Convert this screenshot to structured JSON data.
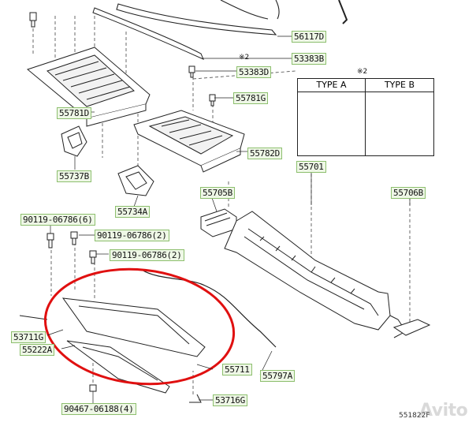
{
  "labels": {
    "p56117": "56117D",
    "p53383b": "53383B",
    "p53383d": "53383D",
    "p55781g": "55781G",
    "p55781d": "55781D",
    "p55782d": "55782D",
    "p55737b": "55737B",
    "p55734a": "55734A",
    "p55701": "55701",
    "p55705b": "55705B",
    "p55706b": "55706B",
    "p90119_6": "90119-06786(6)",
    "p90119_2a": "90119-06786(2)",
    "p90119_2b": "90119-06786(2)",
    "p53711g": "53711G",
    "p55222a": "55222A",
    "p55711": "55711",
    "p55797a": "55797A",
    "p90467": "90467-06188(4)",
    "p53716g": "53716G"
  },
  "note_mark": "※2",
  "type_box": {
    "note": "※2",
    "type_a": "TYPE A",
    "type_b": "TYPE B"
  },
  "diagram_code": "551822F",
  "watermark": "Avito",
  "colors": {
    "label_bg": "#eef7e6",
    "label_border": "#8dbf6e",
    "highlight_ellipse": "#e01010"
  }
}
